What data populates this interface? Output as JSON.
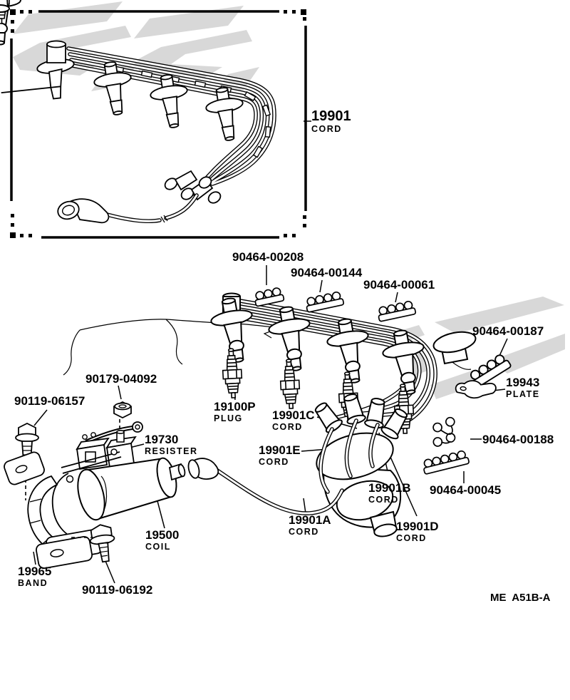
{
  "page": {
    "background": "#ffffff",
    "ink_color": "#000000",
    "watermark_color": "#d8d8d8",
    "figure_code": "ME  A51B-A"
  },
  "labels": {
    "cord_set": {
      "part": "19901",
      "caption": "CORD"
    },
    "clip_00208": {
      "part": "90464-00208"
    },
    "clip_00144": {
      "part": "90464-00144"
    },
    "clip_00061": {
      "part": "90464-00061"
    },
    "clip_00187": {
      "part": "90464-00187"
    },
    "plate": {
      "part": "19943",
      "caption": "PLATE"
    },
    "nut": {
      "part": "90179-04092"
    },
    "bolt_06157": {
      "part": "90119-06157"
    },
    "resister": {
      "part": "19730",
      "caption": "RESISTER"
    },
    "plug": {
      "part": "19100P",
      "caption": "PLUG"
    },
    "cord_c": {
      "part": "19901C",
      "caption": "CORD"
    },
    "cord_e": {
      "part": "19901E",
      "caption": "CORD"
    },
    "cord_b": {
      "part": "19901B",
      "caption": "CORD"
    },
    "cord_a": {
      "part": "19901A",
      "caption": "CORD"
    },
    "cord_d": {
      "part": "19901D",
      "caption": "CORD"
    },
    "clip_00188": {
      "part": "90464-00188"
    },
    "clip_00045": {
      "part": "90464-00045"
    },
    "coil": {
      "part": "19500",
      "caption": "COIL"
    },
    "band": {
      "part": "19965",
      "caption": "BAND"
    },
    "bolt_06192": {
      "part": "90119-06192"
    }
  }
}
